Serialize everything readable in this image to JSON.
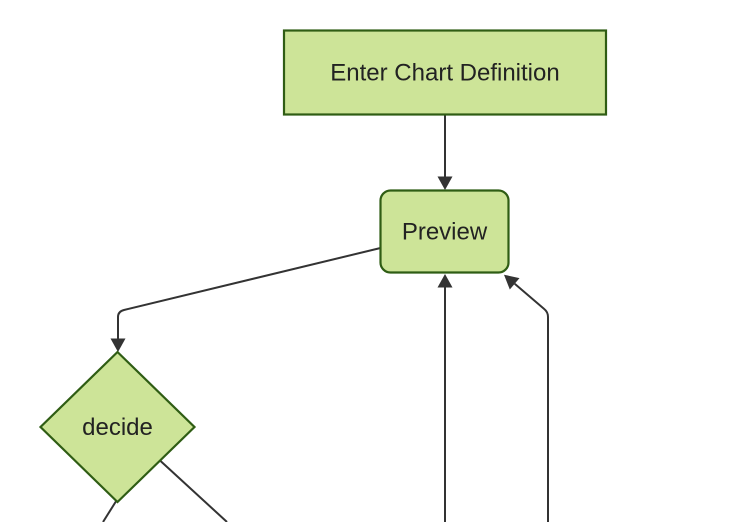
{
  "diagram": {
    "type": "flowchart",
    "direction": "top-down",
    "nodes": [
      {
        "id": "enter-chart-definition",
        "label": "Enter Chart Definition",
        "shape": "rectangle"
      },
      {
        "id": "preview",
        "label": "Preview",
        "shape": "rounded-rectangle"
      },
      {
        "id": "decide",
        "label": "decide",
        "shape": "diamond"
      }
    ],
    "edges": [
      {
        "from": "enter-chart-definition",
        "to": "preview",
        "arrowhead": "into-preview-top"
      },
      {
        "from": "preview",
        "to": "decide",
        "arrowhead": "into-decide-top"
      },
      {
        "from": "offscreen-bottom-center",
        "to": "preview",
        "arrowhead": "into-preview-bottom"
      },
      {
        "from": "offscreen-bottom-right",
        "to": "preview",
        "arrowhead": "into-preview-bottom-right-corner"
      },
      {
        "from": "decide",
        "to": "offscreen-bottom-left",
        "arrowhead": "offscreen"
      },
      {
        "from": "decide",
        "to": "offscreen-bottom-right",
        "arrowhead": "offscreen"
      }
    ]
  },
  "theme": {
    "background": "#ffffff",
    "node_fill": "#cde498",
    "node_stroke": "#2f5d14",
    "edge_color": "#333333",
    "text_color": "#222222"
  }
}
